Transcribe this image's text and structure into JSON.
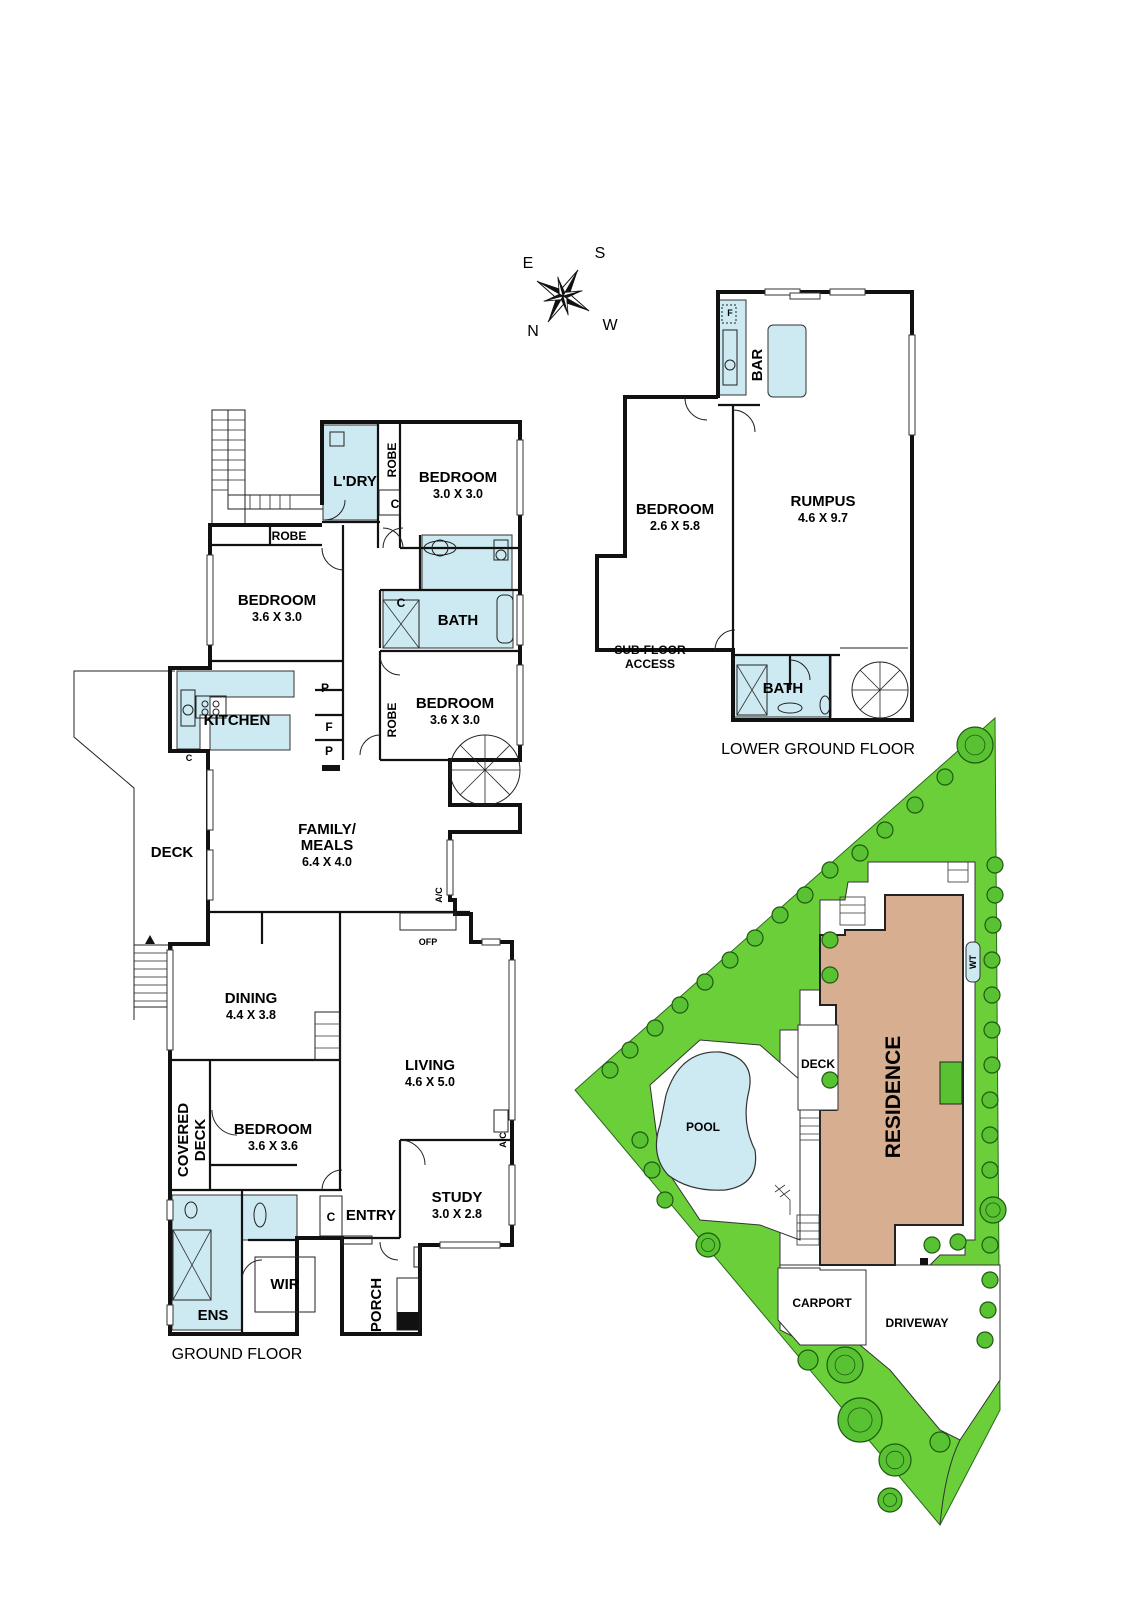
{
  "compass": {
    "n": "N",
    "s": "S",
    "e": "E",
    "w": "W"
  },
  "ground_floor": {
    "title": "GROUND FLOOR",
    "rooms": {
      "ldry": "L'DRY",
      "robe_a": "ROBE",
      "c_a": "C",
      "bedroom_1": {
        "name": "BEDROOM",
        "dims": "3.0 X 3.0"
      },
      "robe_b": "ROBE",
      "bedroom_2": {
        "name": "BEDROOM",
        "dims": "3.6 X 3.0"
      },
      "bath": "BATH",
      "c_b": "C",
      "kitchen": "KITCHEN",
      "p_a": "P",
      "f": "F",
      "p_b": "P",
      "c_c": "C",
      "bedroom_3": {
        "name": "BEDROOM",
        "dims": "3.6 X 3.0"
      },
      "robe_c": "ROBE",
      "deck": "DECK",
      "family_meals": {
        "line1": "FAMILY/",
        "line2": "MEALS",
        "dims": "6.4 X 4.0"
      },
      "ac_a": "A/C",
      "ofp": "OFP",
      "dining": {
        "name": "DINING",
        "dims": "4.4 X 3.8"
      },
      "living": {
        "name": "LIVING",
        "dims": "4.6 X 5.0"
      },
      "ac_b": "A/C",
      "covered_deck": {
        "line1": "COVERED",
        "line2": "DECK"
      },
      "bedroom_4": {
        "name": "BEDROOM",
        "dims": "3.6 X 3.6"
      },
      "study": {
        "name": "STUDY",
        "dims": "3.0 X 2.8"
      },
      "entry": "ENTRY",
      "c_d": "C",
      "wir": "WIR",
      "ens": "ENS",
      "porch": "PORCH"
    }
  },
  "lower_ground_floor": {
    "title": "LOWER GROUND FLOOR",
    "rooms": {
      "f": "F",
      "bar": "BAR",
      "bedroom": {
        "name": "BEDROOM",
        "dims": "2.6 X 5.8"
      },
      "rumpus": {
        "name": "RUMPUS",
        "dims": "4.6 X 9.7"
      },
      "sub_floor": {
        "line1": "SUB-FLOOR",
        "line2": "ACCESS"
      },
      "bath": "BATH"
    }
  },
  "site_plan": {
    "residence": "RESIDENCE",
    "deck": "DECK",
    "wt": "WT",
    "pool": "POOL",
    "carport": "CARPORT",
    "driveway": "DRIVEWAY"
  },
  "colors": {
    "wet_area": "#cde9f1",
    "lawn": "#6bcf3a",
    "tree": "#58c232",
    "residence": "#d8ae90",
    "pool": "#cde9f1"
  }
}
